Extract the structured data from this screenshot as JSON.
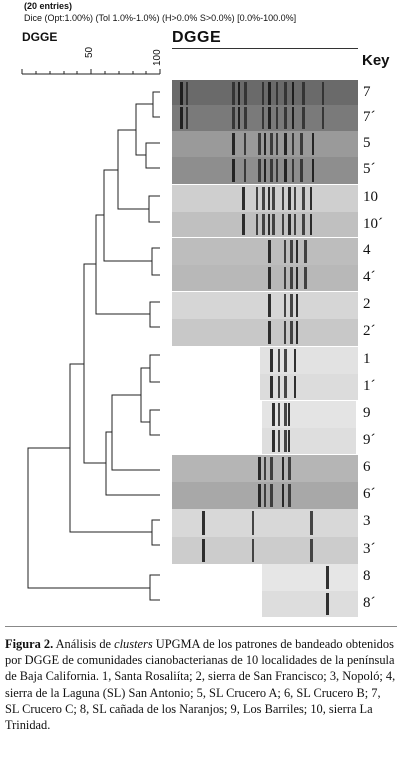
{
  "header": {
    "entries": "(20 entries)",
    "method": "Dice (Opt:1.00%) (Tol 1.0%-1.0%) (H>0.0% S>0.0%) [0.0%-100.0%]"
  },
  "dendrogram": {
    "label": "DGGE",
    "scale_ticks": [
      "50",
      "100"
    ]
  },
  "gel": {
    "title": "DGGE",
    "key_title": "Key",
    "lanes": [
      "7",
      "7´",
      "5",
      "5´",
      "10",
      "10´",
      "4",
      "4´",
      "2",
      "2´",
      "1",
      "1´",
      "9",
      "9´",
      "6",
      "6´",
      "3",
      "3´",
      "8",
      "8´"
    ]
  },
  "caption": {
    "label": "Figura 2.",
    "text_before": " Análisis de ",
    "italic": "clusters",
    "text_after": " UPGMA de los patrones de bandeado obtenidos por DGGE de comunidades cianobacterianas de 10 localidades de la península de Baja California. 1, Santa Rosaliíta; 2, sierra de San Francisco; 3, Nopoló; 4, sierra de la Laguna (SL) San Antonio; 5, SL Crucero A; 6, SL Crucero B; 7, SL Crucero C; 8, SL cañada de los Naranjos; 9, Los Barriles; 10, sierra La Trinidad."
  }
}
